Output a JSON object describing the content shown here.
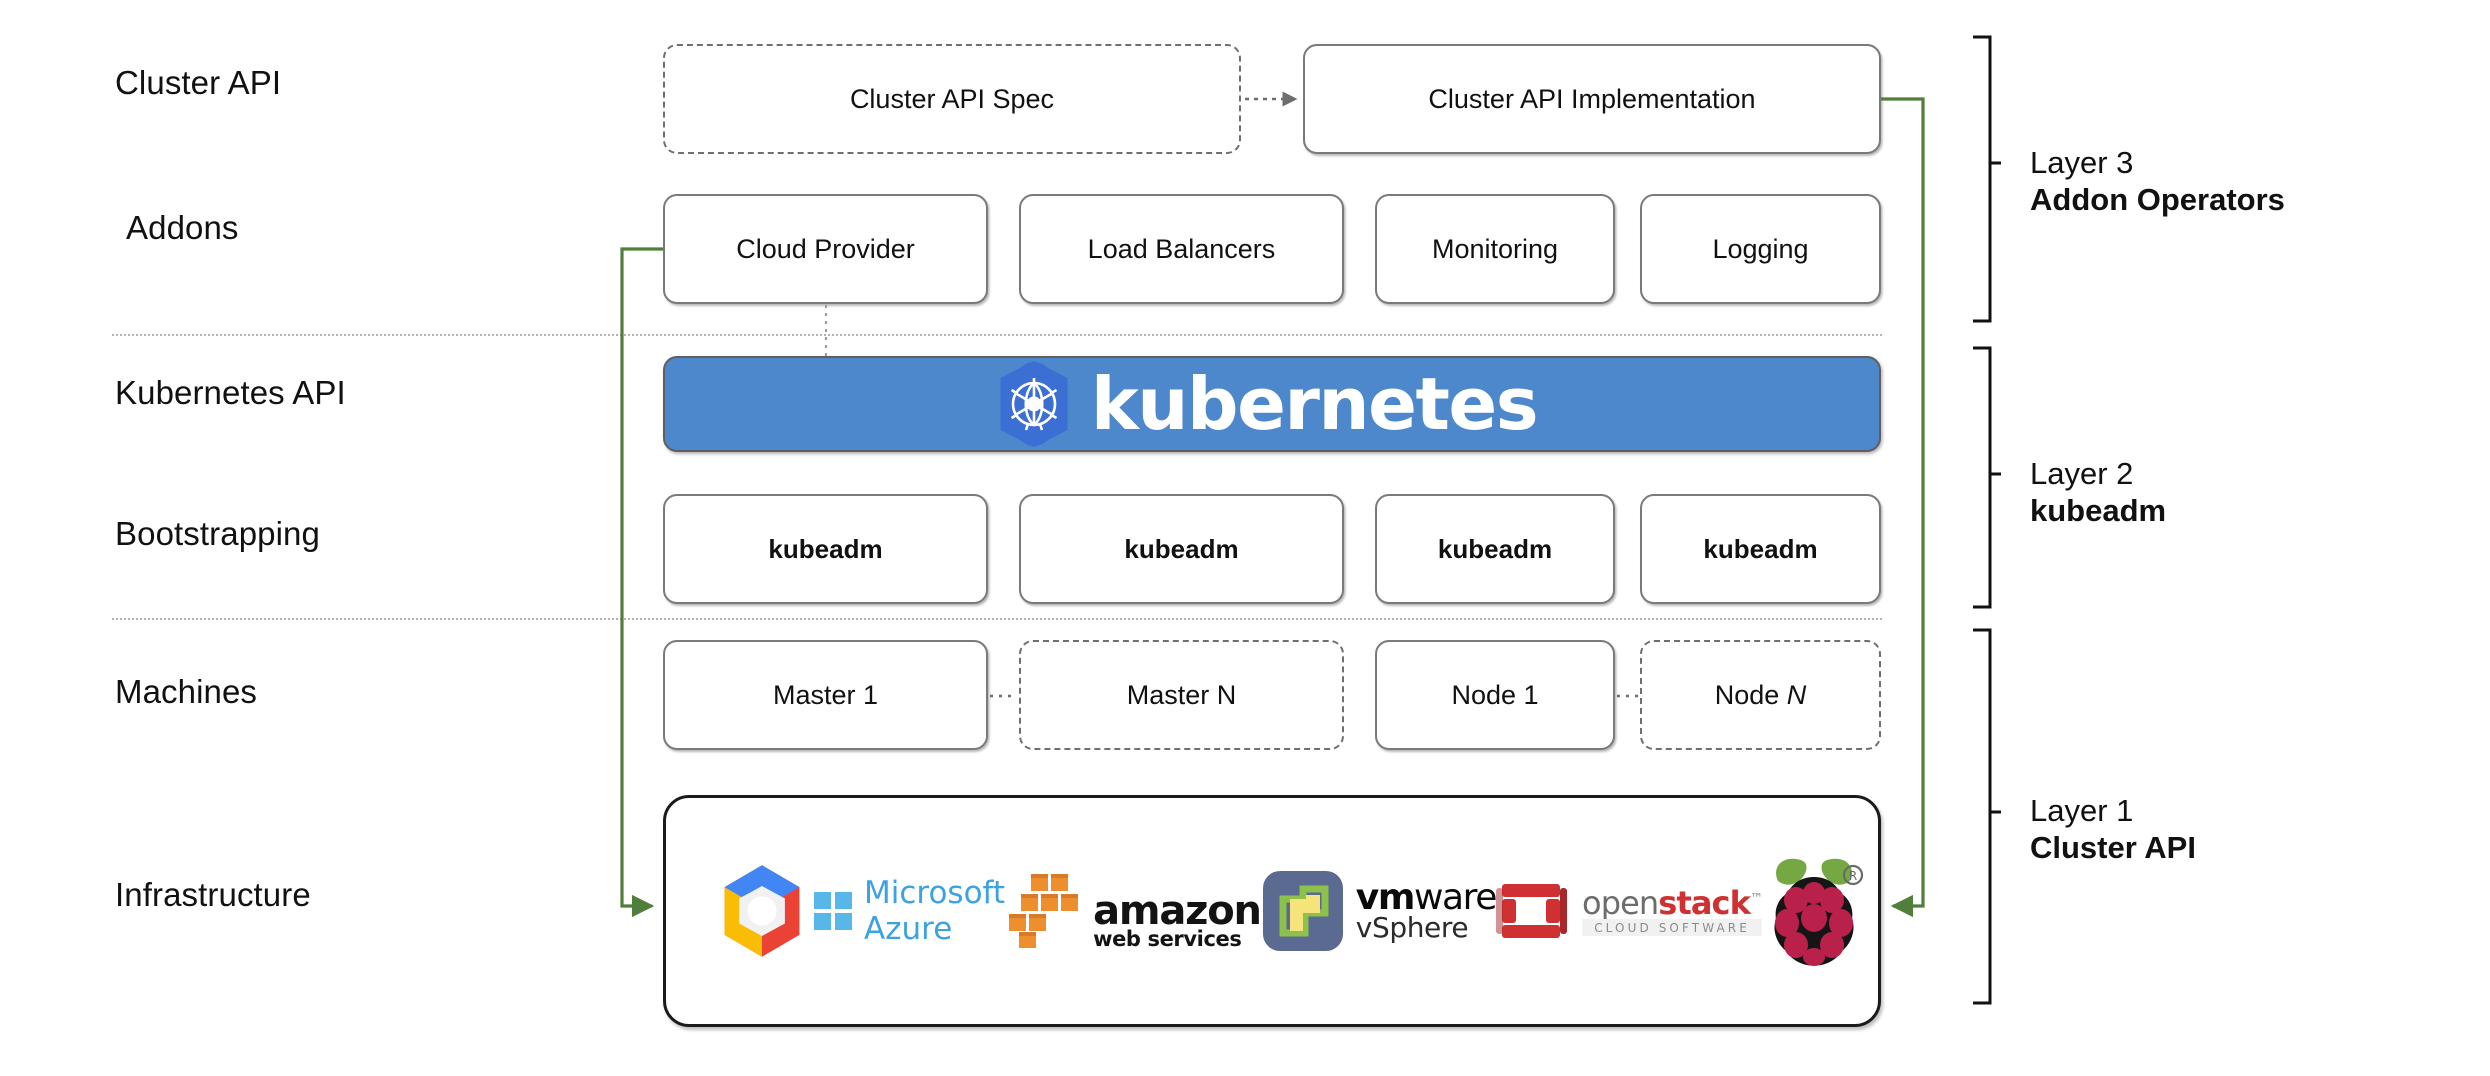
{
  "diagram": {
    "title": "Kubernetes Cluster API layered architecture",
    "accent_green": "#4f7f3a",
    "kubernetes_blue": "#4d87cc",
    "box_border": "#7a7a7a",
    "separator_color": "#b3b3b3"
  },
  "row_labels": [
    {
      "id": "cluster-api",
      "text": "Cluster API"
    },
    {
      "id": "addons",
      "text": "Addons"
    },
    {
      "id": "kubernetes-api",
      "text": "Kubernetes API"
    },
    {
      "id": "bootstrapping",
      "text": "Bootstrapping"
    },
    {
      "id": "machines",
      "text": "Machines"
    },
    {
      "id": "infrastructure",
      "text": "Infrastructure"
    }
  ],
  "cluster_api_row": {
    "spec": {
      "label": "Cluster API Spec",
      "style": "dashed"
    },
    "implementation": {
      "label": "Cluster API Implementation",
      "style": "solid"
    },
    "connector": "dotted-arrow-right"
  },
  "addons_row": {
    "boxes": [
      {
        "label": "Cloud Provider"
      },
      {
        "label": "Load Balancers"
      },
      {
        "label": "Monitoring"
      },
      {
        "label": "Logging"
      }
    ]
  },
  "kubernetes_banner": {
    "wordmark": "kubernetes",
    "logo_name": "kubernetes-helm-icon",
    "background": "#4d87cc"
  },
  "bootstrapping_row": {
    "boxes": [
      {
        "label": "kubeadm"
      },
      {
        "label": "kubeadm"
      },
      {
        "label": "kubeadm"
      },
      {
        "label": "kubeadm"
      }
    ]
  },
  "machines_row": {
    "boxes": [
      {
        "label": "Master 1",
        "style": "solid"
      },
      {
        "label": "Master N",
        "style": "dashed"
      },
      {
        "label": "Node 1",
        "style": "solid"
      },
      {
        "label_prefix": "Node ",
        "label_italic": "N",
        "label": "Node N",
        "style": "dashed"
      }
    ],
    "ellipses": [
      "…",
      "…"
    ]
  },
  "infrastructure_row": {
    "providers": [
      {
        "name": "google-cloud-logo",
        "label": "Google Cloud"
      },
      {
        "name": "microsoft-azure-logo",
        "label": "Microsoft Azure"
      },
      {
        "name": "amazon-web-services-logo",
        "label_top": "amazon",
        "label_bottom": "web services"
      },
      {
        "name": "vmware-vsphere-logo",
        "label_top_bold": "vm",
        "label_top_rest": "ware",
        "label_bottom": "vSphere"
      },
      {
        "name": "openstack-logo",
        "label_open": "open",
        "label_stack": "stack",
        "label_tm": "™",
        "label_sub": "CLOUD SOFTWARE"
      },
      {
        "name": "raspberry-pi-logo",
        "label": "Raspberry Pi"
      }
    ]
  },
  "layers": [
    {
      "id": "layer-3",
      "number": "Layer 3",
      "name": "Addon Operators"
    },
    {
      "id": "layer-2",
      "number": "Layer 2",
      "name": "kubeadm"
    },
    {
      "id": "layer-1",
      "number": "Layer 1",
      "name": "Cluster API"
    }
  ]
}
